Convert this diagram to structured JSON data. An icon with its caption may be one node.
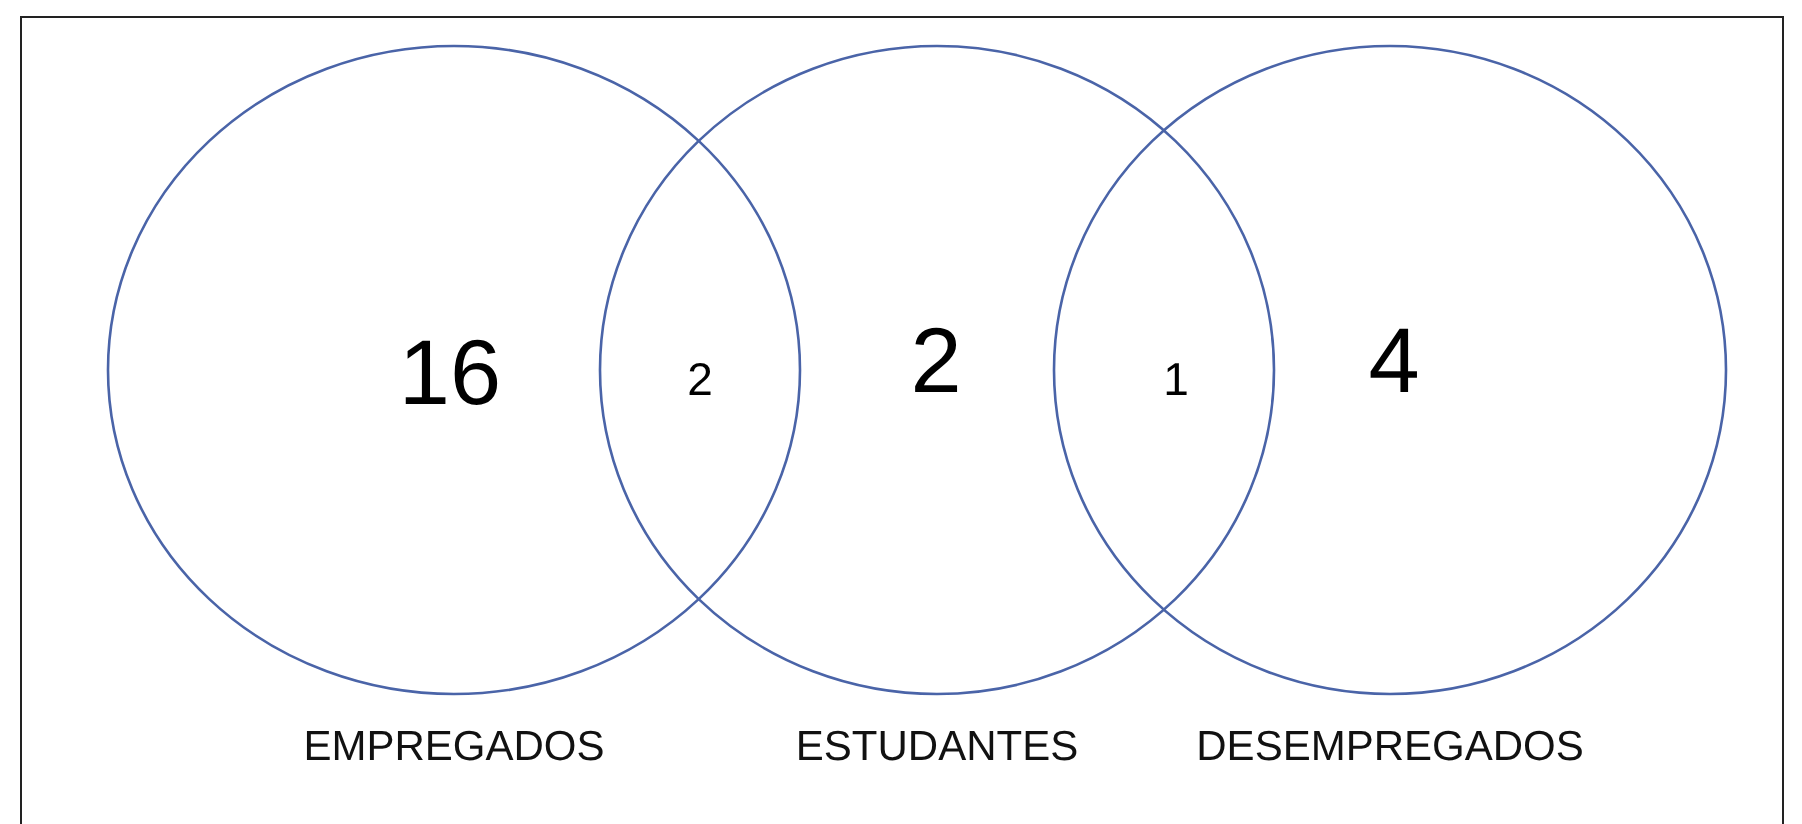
{
  "diagram": {
    "nodes": [
      {
        "text": [
          "EMPREGADOS"
        ]
      },
      {
        "text": [
          "ESTUDANTES"
        ]
      },
      {
        "text": [
          "DESEMPREGADOS"
        ]
      }
    ],
    "labels": [
      "16",
      "2",
      "2",
      "1",
      "4"
    ]
  }
}
